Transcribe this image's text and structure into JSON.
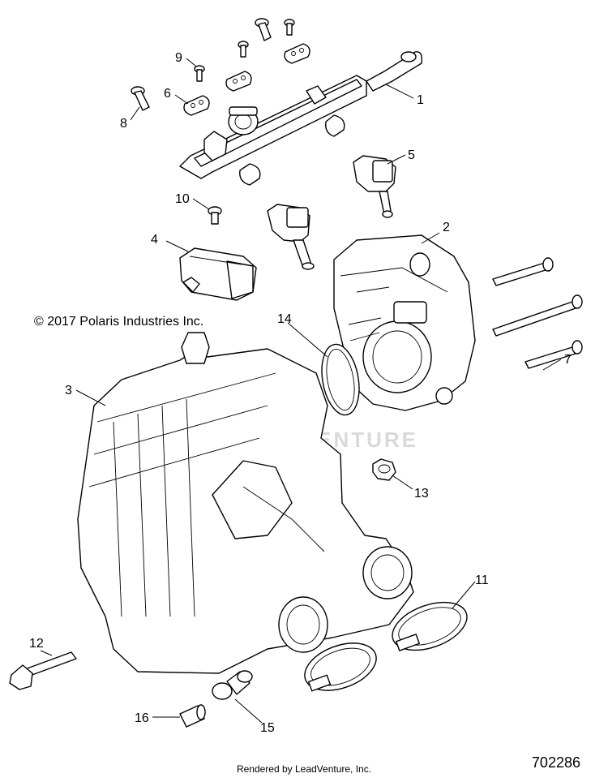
{
  "copyright": "© 2017 Polaris Industries Inc.",
  "footer": "Rendered by LeadVenture, Inc.",
  "diagram_number": "702286",
  "watermark": "LEADVENTURE",
  "callouts": [
    "1",
    "2",
    "3",
    "4",
    "5",
    "6",
    "7",
    "8",
    "9",
    "10",
    "11",
    "12",
    "13",
    "14",
    "15",
    "16"
  ]
}
